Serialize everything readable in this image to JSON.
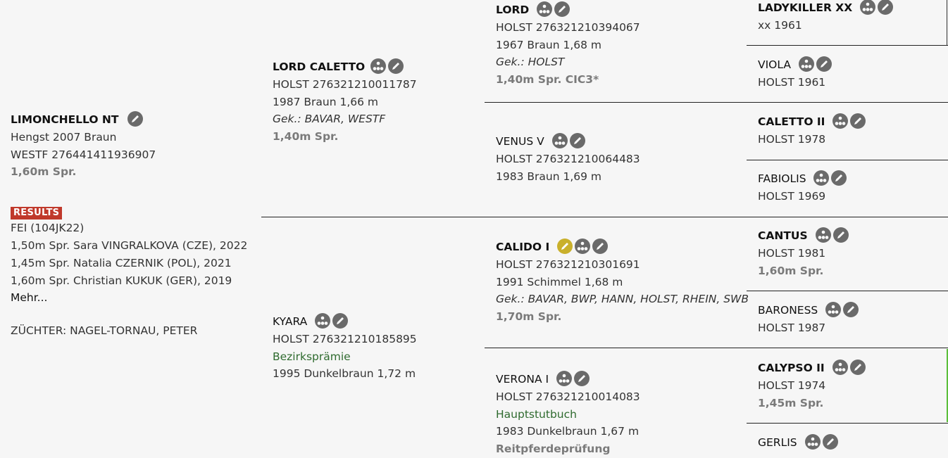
{
  "horse": {
    "name": "LIMONCHELLO NT",
    "line1": "Hengst 2007 Braun",
    "line2": "WESTF 276441411936907",
    "perf": "1,60m Spr.",
    "results_badge": "RESULTS",
    "fei": "FEI (104JK22)",
    "results": [
      "1,50m Spr. Sara VINGRALKOVA (CZE), 2022",
      "1,45m Spr. Natalia CZERNIK (POL), 2021",
      "1,60m Spr. Christian KUKUK (GER), 2019"
    ],
    "more": "Mehr...",
    "breeder": "ZÜCHTER: NAGEL-TORNAU, PETER"
  },
  "sire": {
    "name": "LORD CALETTO",
    "reg": "HOLST 276321210011787",
    "info": "1987 Braun 1,66 m",
    "gek": "Gek.: BAVAR, WESTF",
    "perf": "1,40m Spr."
  },
  "dam": {
    "name": "KYARA",
    "reg": "HOLST 276321210185895",
    "status": "Bezirksprämie",
    "info": "1995 Dunkelbraun 1,72 m"
  },
  "ss": {
    "name": "LORD",
    "reg": "HOLST 276321210394067",
    "info": "1967 Braun 1,68 m",
    "gek": "Gek.: HOLST",
    "perf": "1,40m Spr. CIC3*"
  },
  "sd": {
    "name": "VENUS V",
    "reg": "HOLST 276321210064483",
    "info": "1983 Braun 1,69 m"
  },
  "ds": {
    "name": "CALIDO I",
    "reg": "HOLST 276321210301691",
    "info": "1991 Schimmel 1,68 m",
    "gek": "Gek.: BAVAR, BWP, HANN, HOLST, RHEIN, SWB",
    "perf": "1,70m Spr."
  },
  "dd": {
    "name": "VERONA I",
    "reg": "HOLST 276321210014083",
    "status": "Hauptstutbuch",
    "info": "1983 Dunkelbraun 1,67 m",
    "perf": "Reitpferdeprüfung"
  },
  "gen4": [
    {
      "name": "LADYKILLER XX",
      "line": "xx 1961",
      "perf": ""
    },
    {
      "name": "VIOLA",
      "line": "HOLST 1961",
      "perf": ""
    },
    {
      "name": "CALETTO II",
      "line": "HOLST 1978",
      "perf": ""
    },
    {
      "name": "FABIOLIS",
      "line": "HOLST 1969",
      "perf": ""
    },
    {
      "name": "CANTUS",
      "line": "HOLST 1981",
      "perf": "1,60m Spr."
    },
    {
      "name": "BARONESS",
      "line": "HOLST 1987",
      "perf": ""
    },
    {
      "name": "CALYPSO II",
      "line": "HOLST 1974",
      "perf": "1,45m Spr."
    },
    {
      "name": "GERLIS",
      "line": "",
      "perf": ""
    }
  ]
}
